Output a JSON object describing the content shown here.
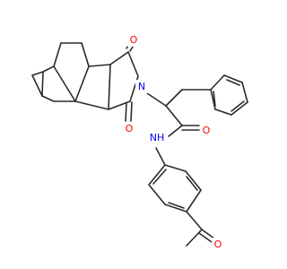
{
  "molecule": {
    "colors": {
      "bond": "#2b2b2b",
      "oxygen": "#ff0000",
      "nitrogen": "#0000ff",
      "background": "#ffffff"
    },
    "labels": {
      "o_top": "O",
      "o_lower": "O",
      "o_amide": "O",
      "o_acetyl": "O",
      "n_imide": "N",
      "nh_amide": "NH"
    }
  }
}
